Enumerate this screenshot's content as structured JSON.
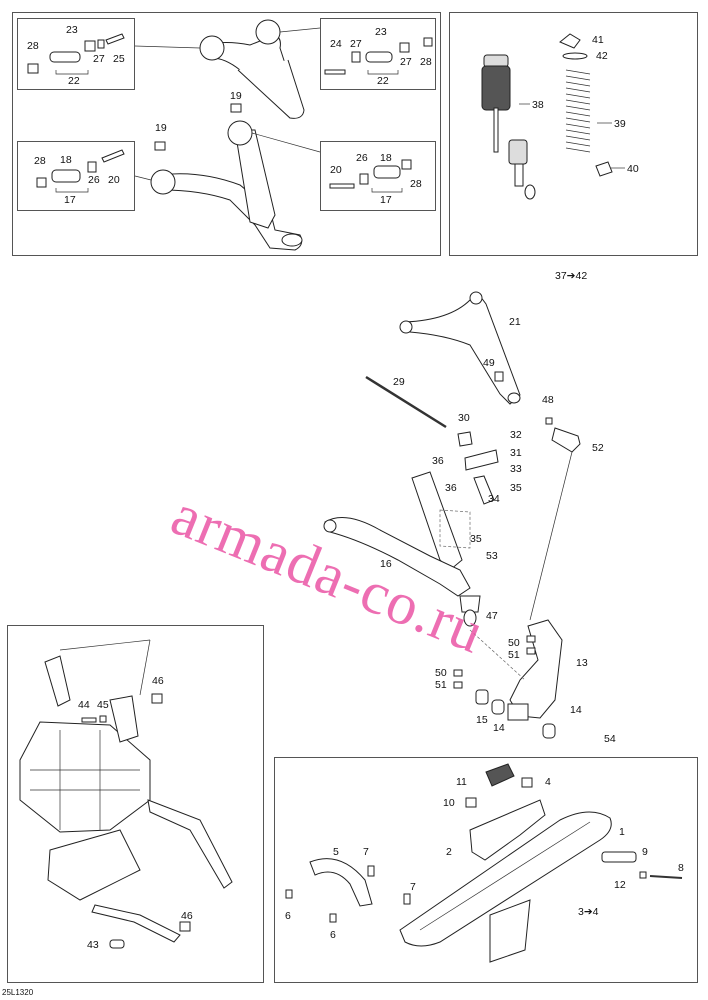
{
  "watermark": "armada-co.ru",
  "drawing_code": "25L1320",
  "callouts": {
    "top_left": {
      "inset_a": [
        "28",
        "23",
        "27",
        "25",
        "22"
      ],
      "inset_b": [
        "24",
        "27",
        "23",
        "27",
        "28",
        "22"
      ],
      "inset_c": [
        "28",
        "18",
        "26",
        "20",
        "17"
      ],
      "inset_d": [
        "20",
        "26",
        "18",
        "28",
        "17"
      ],
      "arm": [
        "19",
        "19"
      ]
    },
    "top_right": [
      "41",
      "42",
      "38",
      "39",
      "40"
    ],
    "range": "37➔42",
    "center": [
      "21",
      "49",
      "29",
      "48",
      "30",
      "32",
      "52",
      "31",
      "36",
      "33",
      "36",
      "35",
      "34",
      "35",
      "53",
      "16",
      "47",
      "50",
      "51",
      "13",
      "50",
      "51",
      "14",
      "15",
      "14"
    ],
    "bottom_left": [
      "46",
      "44",
      "45",
      "46",
      "43"
    ],
    "ski_group": "54",
    "ski": [
      "11",
      "4",
      "10",
      "1",
      "2",
      "9",
      "8",
      "5",
      "7",
      "12",
      "7",
      "6",
      "6"
    ],
    "ski_range": "3➔4"
  }
}
